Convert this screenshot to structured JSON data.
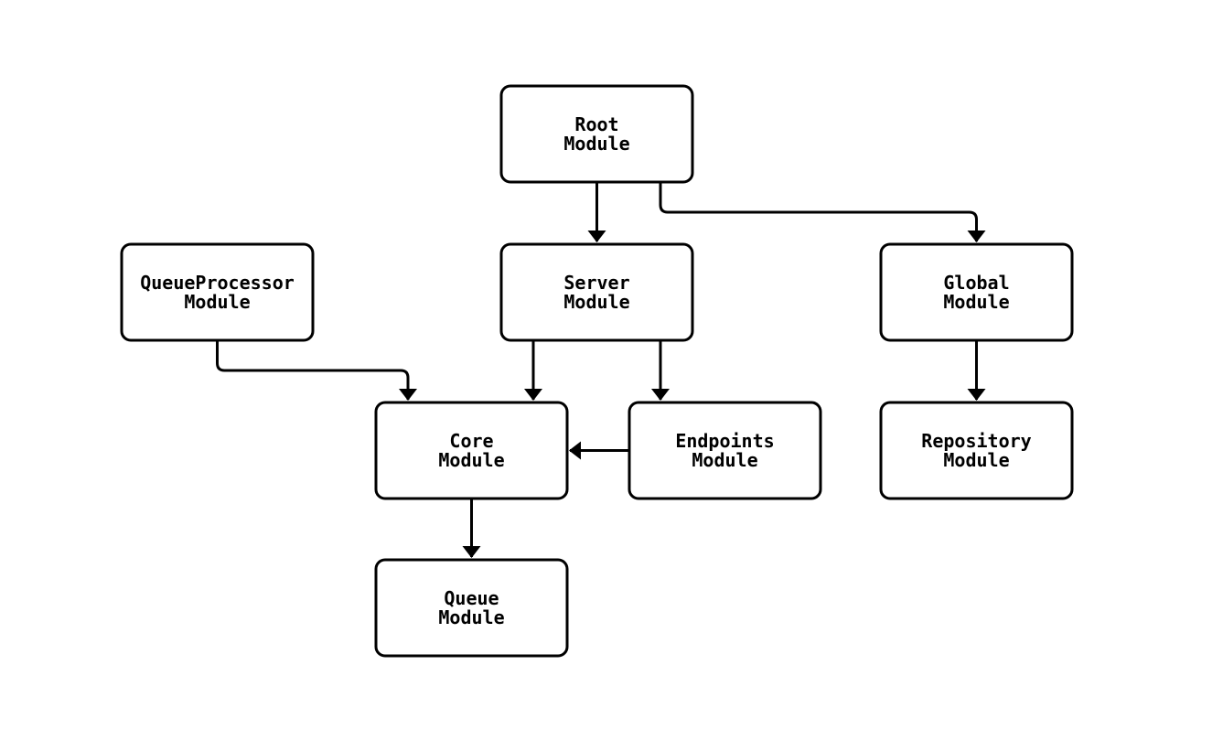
{
  "diagram": {
    "type": "flowchart",
    "orientation": "top-down",
    "background_color": "#ffffff",
    "node_fill_color": "#ffffff",
    "node_stroke_color": "#000000",
    "text_color": "#000000",
    "nodes": {
      "root": {
        "line1": "Root",
        "line2": "Module"
      },
      "queueprocessor": {
        "line1": "QueueProcessor",
        "line2": "Module"
      },
      "server": {
        "line1": "Server",
        "line2": "Module"
      },
      "global": {
        "line1": "Global",
        "line2": "Module"
      },
      "core": {
        "line1": "Core",
        "line2": "Module"
      },
      "endpoints": {
        "line1": "Endpoints",
        "line2": "Module"
      },
      "repository": {
        "line1": "Repository",
        "line2": "Module"
      },
      "queue": {
        "line1": "Queue",
        "line2": "Module"
      }
    },
    "edges": [
      {
        "from": "Root Module",
        "to": "Server Module"
      },
      {
        "from": "Root Module",
        "to": "Global Module"
      },
      {
        "from": "QueueProcessor Module",
        "to": "Core Module"
      },
      {
        "from": "Server Module",
        "to": "Core Module"
      },
      {
        "from": "Server Module",
        "to": "Endpoints Module"
      },
      {
        "from": "Endpoints Module",
        "to": "Core Module"
      },
      {
        "from": "Global Module",
        "to": "Repository Module"
      },
      {
        "from": "Core Module",
        "to": "Queue Module"
      }
    ]
  }
}
